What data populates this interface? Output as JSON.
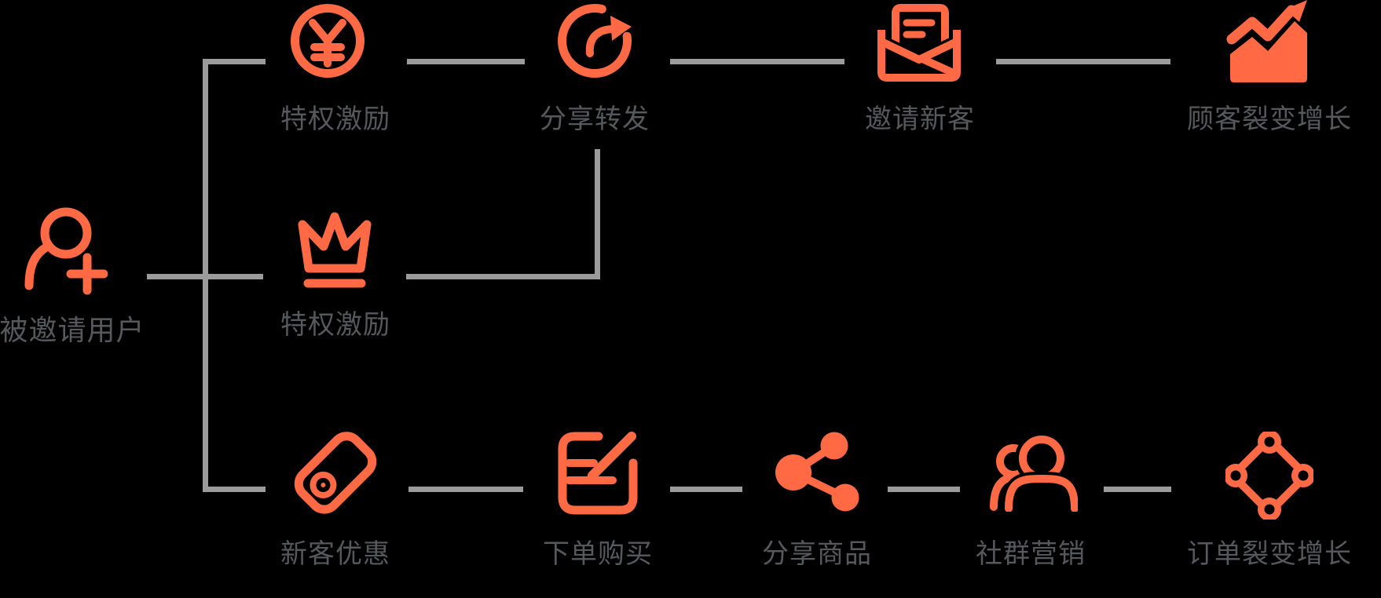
{
  "colors": {
    "accent": "#FF6A45",
    "connector": "#9B9B9B",
    "label": "#57585C",
    "background": "#000000"
  },
  "diagram": {
    "nodes": {
      "invited_user": {
        "label": "被邀请用户",
        "icon": "user-add-icon"
      },
      "privilege_reward_coin": {
        "label": "特权激励",
        "icon": "yen-coin-icon"
      },
      "share_forward": {
        "label": "分享转发",
        "icon": "share-arrow-icon"
      },
      "invite_new_customers": {
        "label": "邀请新客",
        "icon": "invitation-letter-icon"
      },
      "customer_fission_growth": {
        "label": "顾客裂变增长",
        "icon": "growth-chart-icon"
      },
      "privilege_reward_crown": {
        "label": "特权激励",
        "icon": "crown-icon"
      },
      "new_customer_discount": {
        "label": "新客优惠",
        "icon": "price-tag-icon"
      },
      "place_order": {
        "label": "下单购买",
        "icon": "order-edit-icon"
      },
      "share_products": {
        "label": "分享商品",
        "icon": "share-nodes-icon"
      },
      "community_marketing": {
        "label": "社群营销",
        "icon": "user-group-icon"
      },
      "order_fission_growth": {
        "label": "订单裂变增长",
        "icon": "network-nodes-icon"
      }
    }
  }
}
